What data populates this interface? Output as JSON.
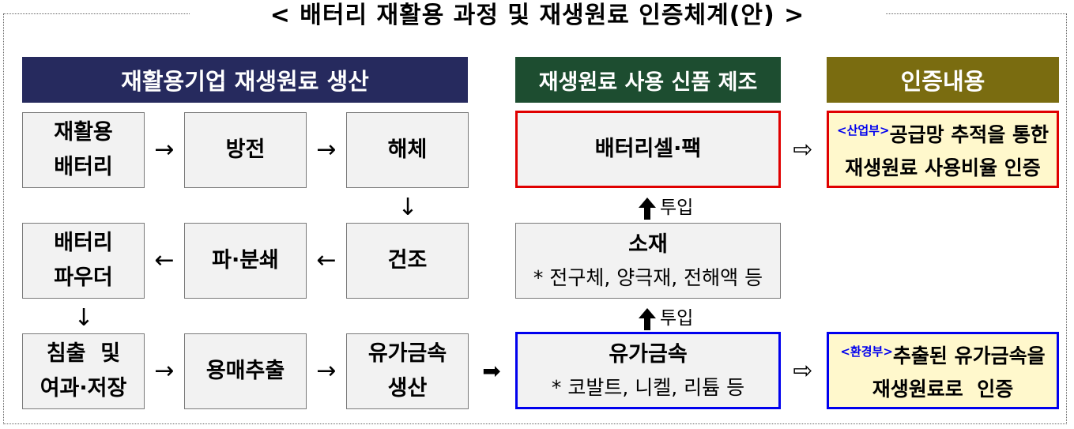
{
  "title": "< 배터리 재활용 과정 및 재생원료 인증체계(안) >",
  "headers": {
    "recycling": "재활용기업 재생원료 생산",
    "manufacturing": "재생원료 사용 신품 제조",
    "certification": "인증내용"
  },
  "colors": {
    "recycling_header": "#262a5e",
    "manufacturing_header": "#1d4d30",
    "certification_header": "#7a6c10",
    "red_border": "#e00000",
    "blue_border": "#0000ee",
    "cert_fill": "#fff8cc",
    "box_fill": "#f2f2f2"
  },
  "steps": {
    "recycled_battery": [
      "재활용",
      "배터리"
    ],
    "discharge": "방전",
    "dismantle": "해체",
    "dry": "건조",
    "crush": "파·분쇄",
    "battery_powder": [
      "배터리",
      "파우더"
    ],
    "leach": [
      "침출  및",
      "여과·저장"
    ],
    "solvent_extract": "용매추출",
    "metal_production": [
      "유가금속",
      "생산"
    ]
  },
  "manufacturing": {
    "cell_pack": "배터리셀·팩",
    "material_title": "소재",
    "material_sub": "* 전구체, 양극재, 전해액 등",
    "metal_title": "유가금속",
    "metal_sub": "* 코발트, 니켈, 리튬  등",
    "input_label": "투입"
  },
  "certification": {
    "top_ministry": "<산업부>",
    "top_line1": "공급망 추적을 통한",
    "top_line2": "재생원료 사용비율 인증",
    "bottom_ministry": "<환경부>",
    "bottom_line1": "추출된 유가금속을",
    "bottom_line2": "재생원료로  인증"
  },
  "arrows": {
    "right": "→",
    "left": "←",
    "down": "↓",
    "bold_right": "➡",
    "hollow_right": "⇨"
  }
}
